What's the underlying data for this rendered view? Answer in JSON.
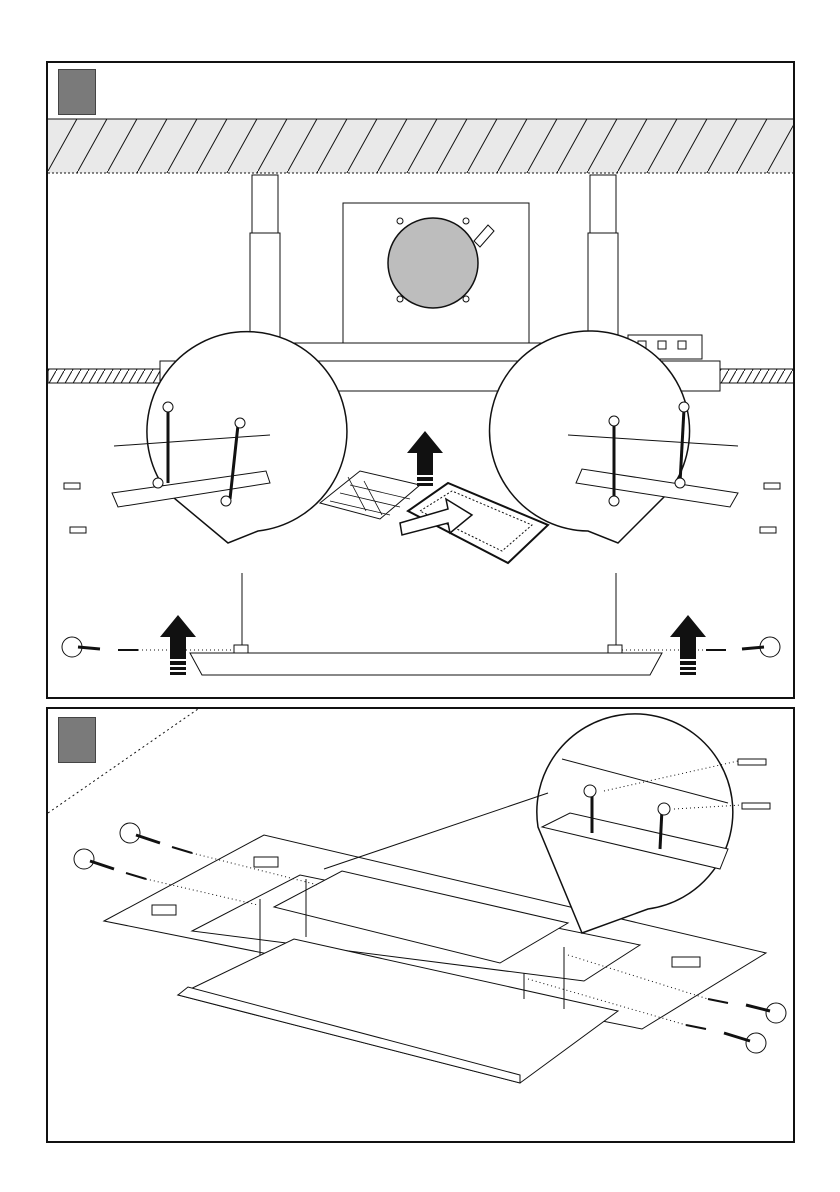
{
  "document": {
    "type": "installation-instructions",
    "steps": [
      {
        "id": "step-1",
        "badge_color": "#7a7a7a"
      },
      {
        "id": "step-2",
        "badge_color": "#7a7a7a"
      }
    ]
  },
  "colors": {
    "line": "#111111",
    "badge": "#7a7a7a",
    "fan": "#bdbdbd",
    "arrow": "#111111"
  }
}
